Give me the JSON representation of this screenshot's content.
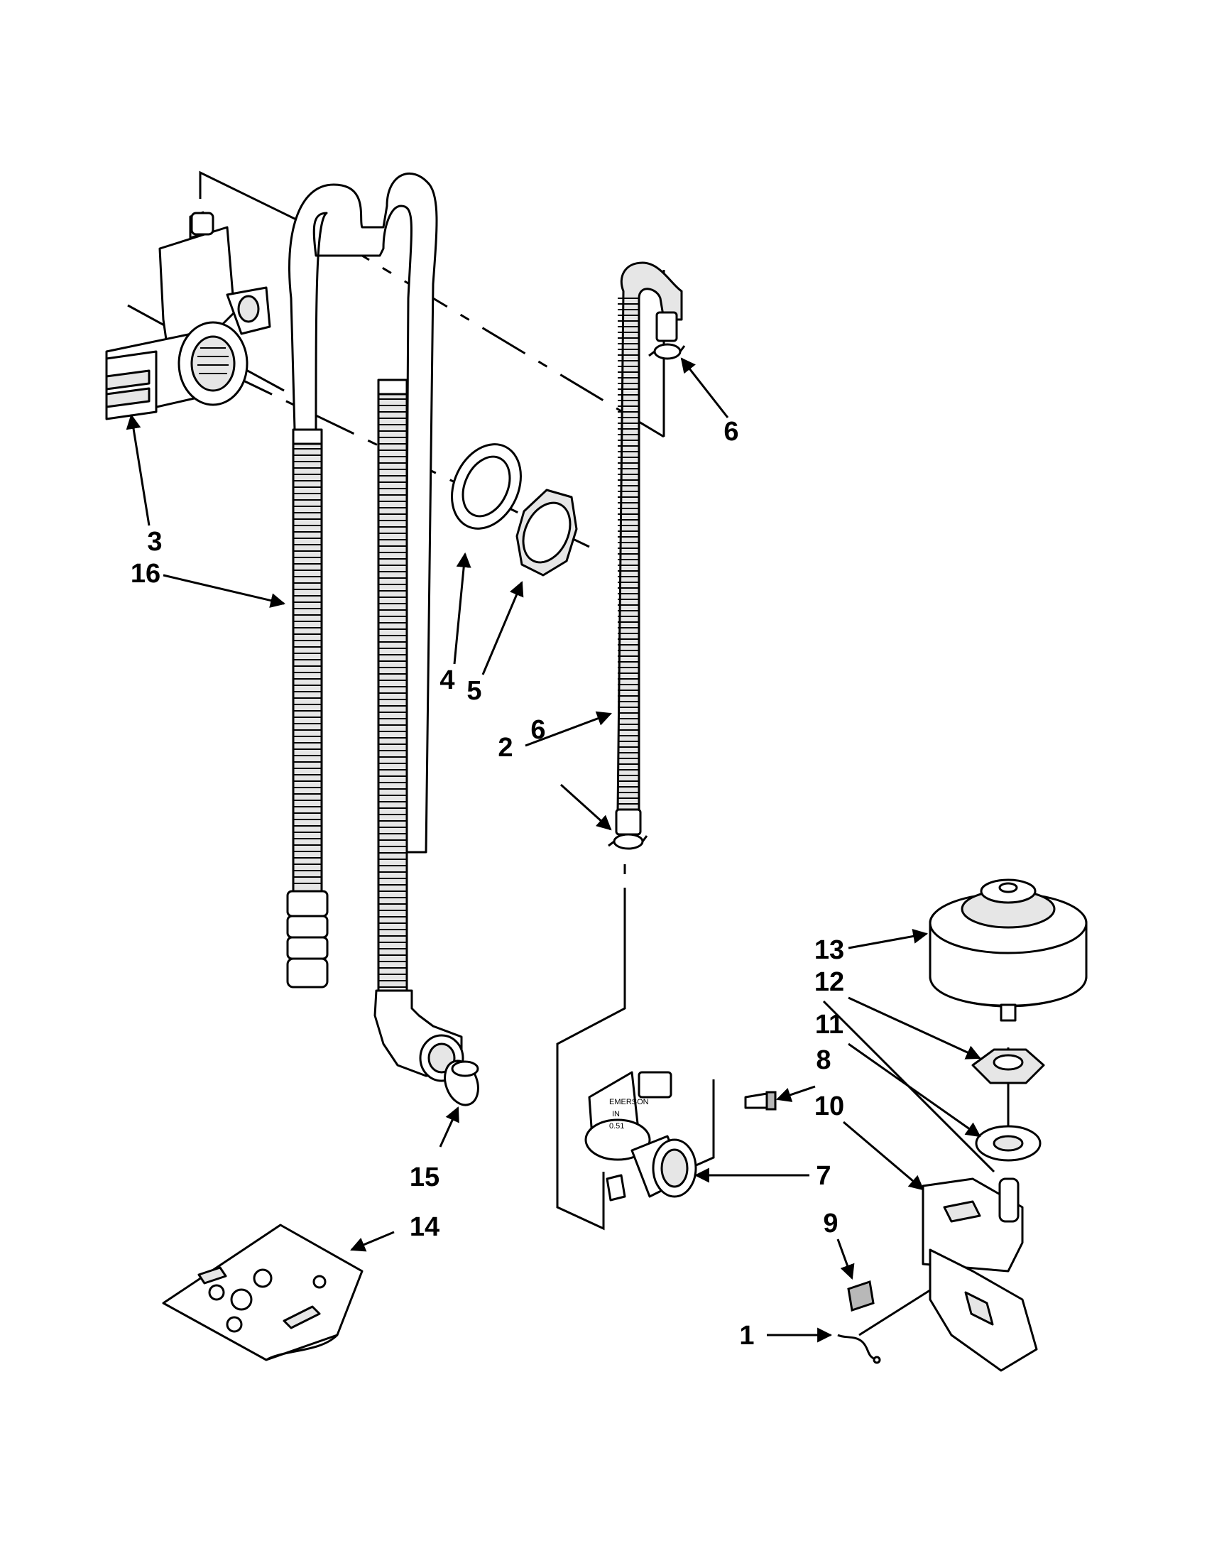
{
  "callouts": [
    {
      "id": "c1",
      "label": "1"
    },
    {
      "id": "c2",
      "label": "2"
    },
    {
      "id": "c3",
      "label": "3"
    },
    {
      "id": "c4",
      "label": "4"
    },
    {
      "id": "c5",
      "label": "5"
    },
    {
      "id": "c6a",
      "label": "6"
    },
    {
      "id": "c6b",
      "label": "6"
    },
    {
      "id": "c7",
      "label": "7"
    },
    {
      "id": "c8",
      "label": "8"
    },
    {
      "id": "c9",
      "label": "9"
    },
    {
      "id": "c10",
      "label": "10"
    },
    {
      "id": "c11",
      "label": "11"
    },
    {
      "id": "c12",
      "label": "12"
    },
    {
      "id": "c13",
      "label": "13"
    },
    {
      "id": "c14",
      "label": "14"
    },
    {
      "id": "c15",
      "label": "15"
    },
    {
      "id": "c16",
      "label": "16"
    }
  ],
  "parts": {
    "inlet_valve_text": [
      "EMERSON",
      "IN",
      "0.51"
    ]
  },
  "colors": {
    "line": "#000000",
    "background": "#ffffff",
    "shade": "#e6e6e6"
  }
}
